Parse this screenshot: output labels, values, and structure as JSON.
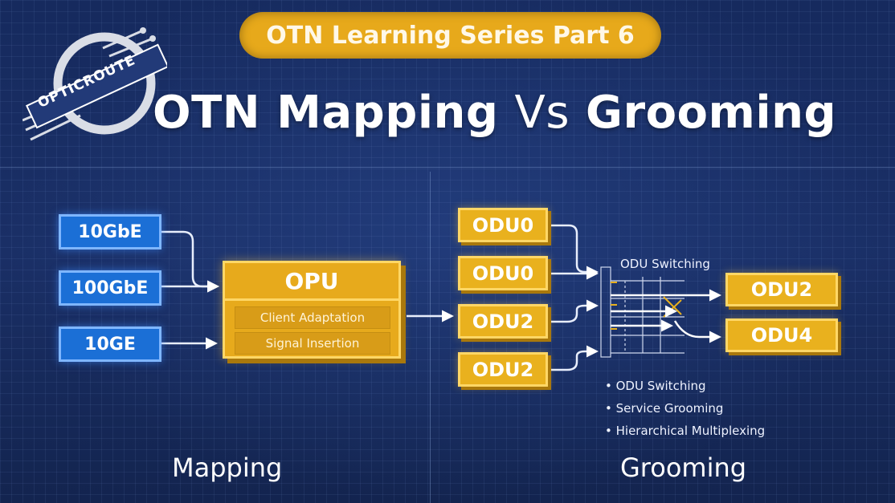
{
  "header": {
    "series_label": "OTN Learning Series Part 6",
    "title_part1": "OTN Mapping",
    "title_vs": "Vs",
    "title_part2": "Grooming"
  },
  "logo": {
    "text": "OPTICROUTE"
  },
  "mapping": {
    "inputs": [
      "10GbE",
      "100GbE",
      "10GE"
    ],
    "opu": {
      "title": "OPU",
      "rows": [
        "Client Adaptation",
        "Signal Insertion"
      ]
    },
    "label": "Mapping"
  },
  "grooming": {
    "inputs": [
      "ODU0",
      "ODU0",
      "ODU2",
      "ODU2"
    ],
    "switch_label": "ODU Switching",
    "outputs": [
      "ODU2",
      "ODU4"
    ],
    "bullets": [
      "ODU Switching",
      "Service Grooming",
      "Hierarchical Multiplexing"
    ],
    "label": "Grooming"
  },
  "colors": {
    "background": "#16285a",
    "accent_gold": "#e9b11e",
    "accent_blue": "#1b6fd6"
  }
}
